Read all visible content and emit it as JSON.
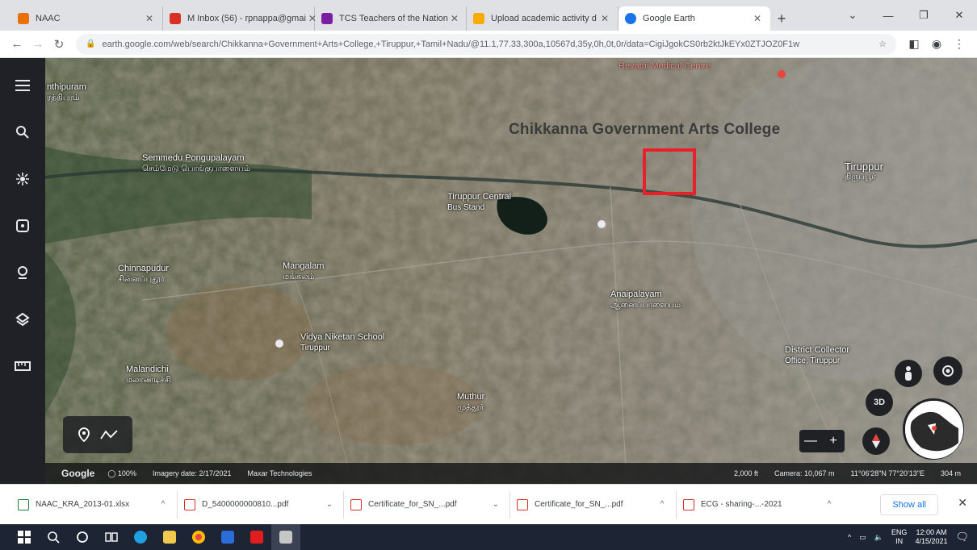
{
  "tabs": [
    {
      "title": "NAAC",
      "color": "#e8710a",
      "active": false
    },
    {
      "title": "M Inbox (56) - rpnappa@gmai",
      "color": "#d93025",
      "active": false
    },
    {
      "title": "TCS Teachers of the Nation",
      "color": "#7b1fa2",
      "active": false
    },
    {
      "title": "Upload academic activity d",
      "color": "#f9ab00",
      "active": false
    },
    {
      "title": "Google Earth",
      "color": "#1a73e8",
      "active": true
    }
  ],
  "address_bar": {
    "url": "earth.google.com/web/search/Chikkanna+Government+Arts+College,+Tiruppur,+Tamil+Nadu/@11.1,77.33,300a,10567d,35y,0h,0t,0r/data=CigiJgokCS0rb2ktJkEYx0ZTJOZ0F1w"
  },
  "map": {
    "college_label": "Chikkanna Government Arts College",
    "hospital_label": "Revathi Medical Centre",
    "labels": [
      {
        "line1": "nthipuram",
        "line2": "ரத்திபுரம்"
      },
      {
        "line1": "Semmedu Pongupalayam",
        "line2": "செம்மேடு பொங்குபாளையம்"
      },
      {
        "line1": "Tiruppur Central",
        "line2": "Bus Stand"
      },
      {
        "line1": "Tiruppur",
        "line2": "திருப்பூர்"
      },
      {
        "line1": "Chinnapudur",
        "line2": "சின்னப்புதூர்"
      },
      {
        "line1": "Mangalam",
        "line2": "மங்கலம்"
      },
      {
        "line1": "Anaipalayam",
        "line2": "ஆனைப்பாளையம்"
      },
      {
        "line1": "Vidya Niketan School",
        "line2": "Tiruppur"
      },
      {
        "line1": "Muthur",
        "line2": "முத்தூர்"
      },
      {
        "line1": "Malandichi",
        "line2": "மலாண்டிச்சி"
      },
      {
        "line1": "District Collector",
        "line2": "Office, Tiruppur"
      }
    ]
  },
  "status_bar": {
    "provider": "Google",
    "zoom": "100%",
    "imagery_date": "Imagery date: 2/17/2021",
    "terms": "Maxar Technologies",
    "scale": "2,000 ft",
    "camera": "Camera: 10,067 m",
    "coords": "11°06'28\"N 77°20'13\"E",
    "elevation": "304 m"
  },
  "map_controls": {
    "view_3d": "3D"
  },
  "downloads": [
    {
      "name": "NAAC_KRA_2013-01.xlsx",
      "type": "xls"
    },
    {
      "name": "D_5400000000810...pdf",
      "type": "pdf"
    },
    {
      "name": "Certificate_for_SN_...pdf",
      "type": "pdf"
    },
    {
      "name": "Certificate_for_SN_...pdf",
      "type": "pdf"
    },
    {
      "name": "ECG - sharing-...-2021",
      "type": "pdf"
    }
  ],
  "download_bar": {
    "show_all": "Show all"
  },
  "taskbar": {
    "lang_top": "ENG",
    "lang_bottom": "IN",
    "time": "12:00 AM",
    "date": "4/15/2021"
  }
}
